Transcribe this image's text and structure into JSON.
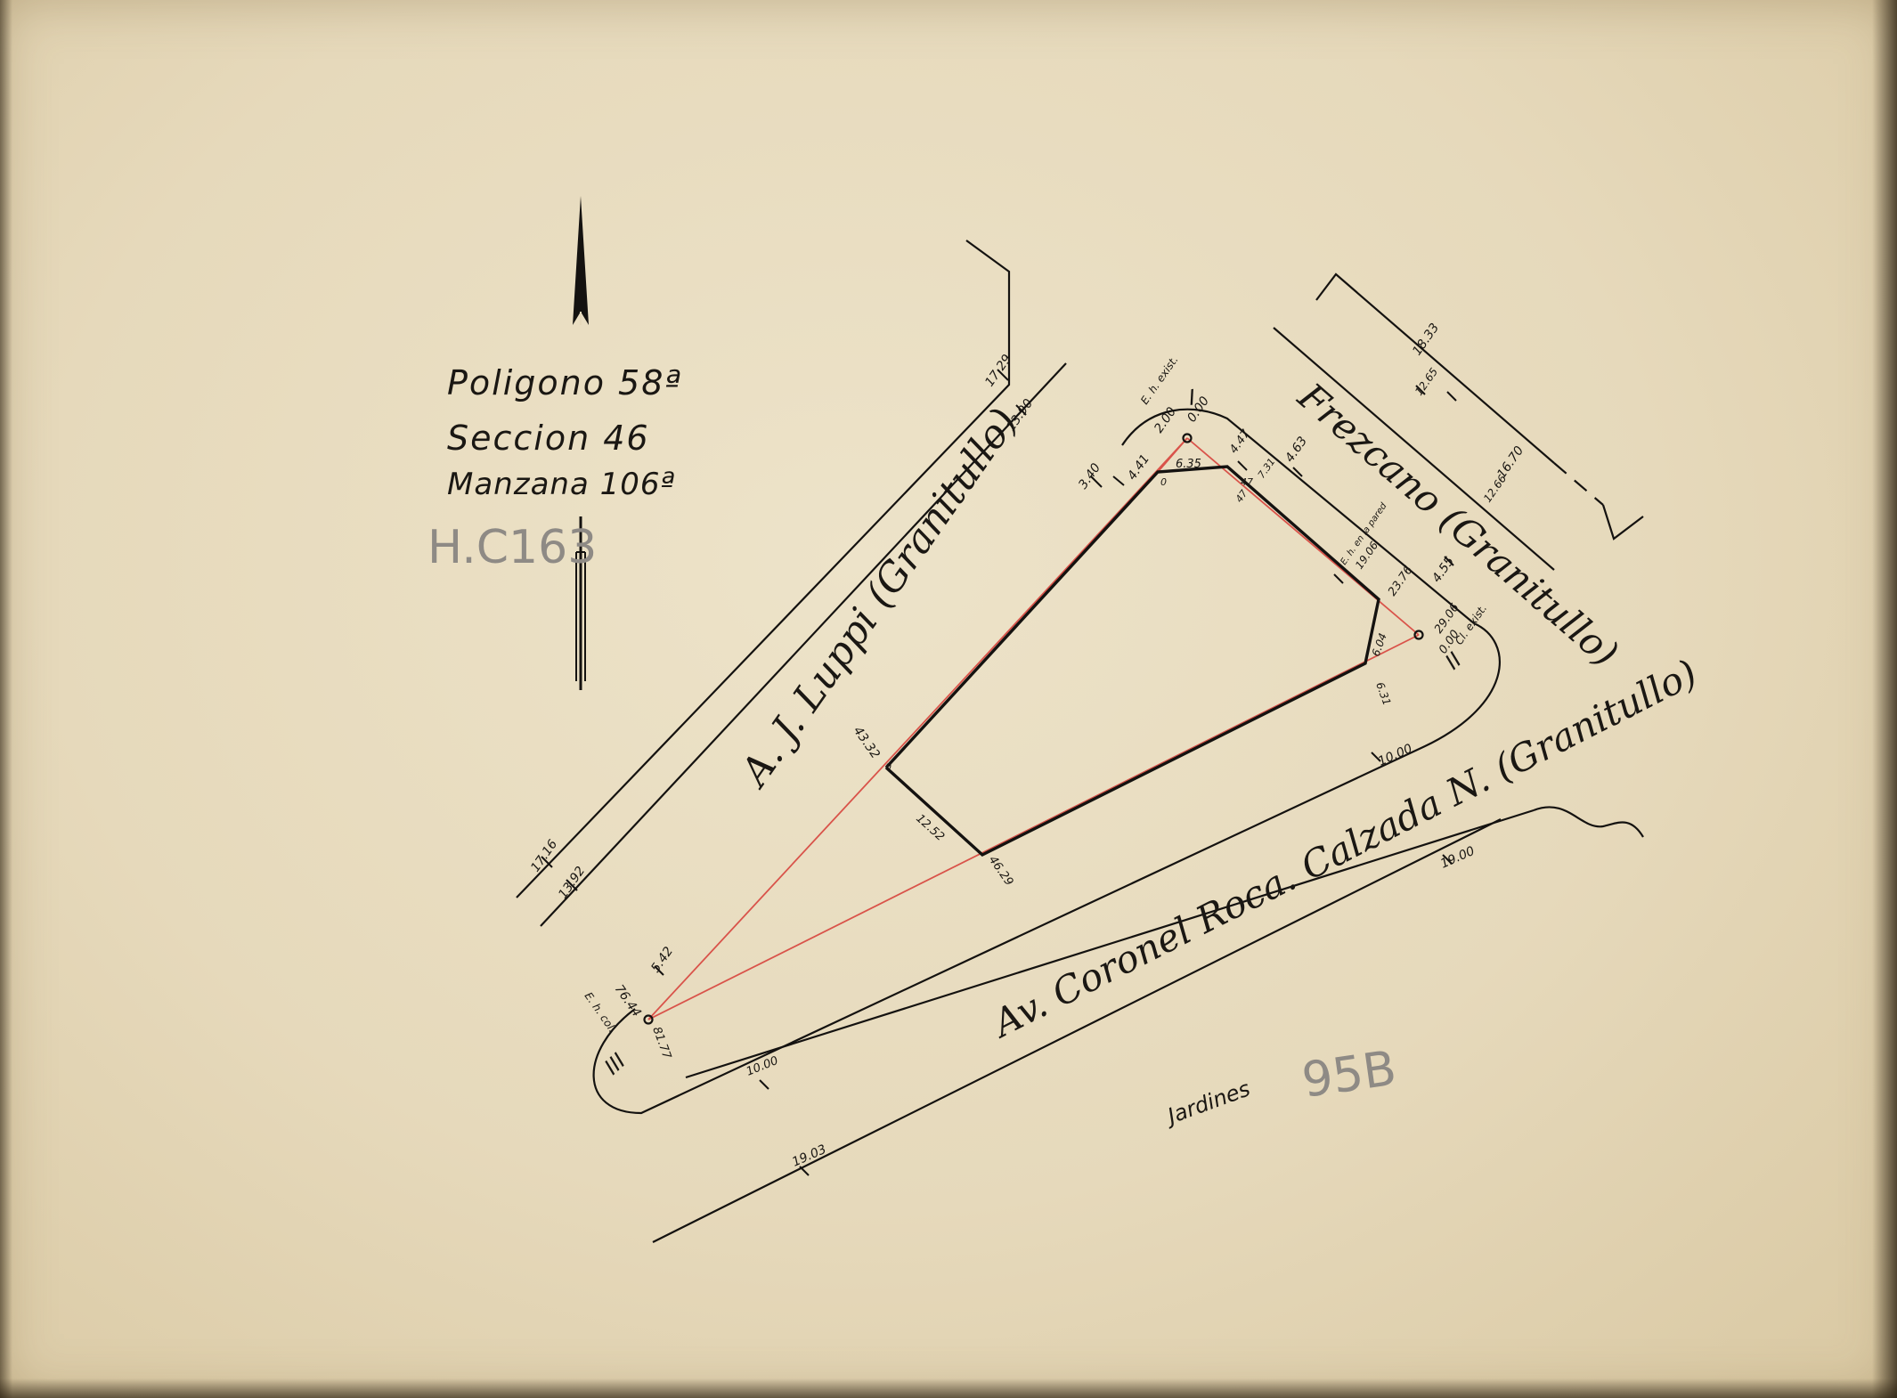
{
  "header": {
    "line1": "Poligono 58ª",
    "line2": "Seccion 46",
    "line3": "Manzana 106ª",
    "pencil_ref": "H.C163"
  },
  "streets": {
    "luppi": "A. J. Luppi (Granitullo)",
    "frezcano": "Frezcano (Granitullo)",
    "roca": "Av. Coronel Roca. Calzada N. (Granitullo)",
    "jardines": "Jardines"
  },
  "pencil_note": "95B",
  "vertices": {
    "v1": "I",
    "v2": "II",
    "v3": "III"
  },
  "measurements": {
    "m_17_29": "17.29",
    "m_13_90": "13.90",
    "m_17_16": "17.16",
    "m_13_92": "13.92",
    "m_3_40": "3.40",
    "m_4_41": "4.41",
    "m_e_h_exist": "E. h. exist.",
    "m_2_00": "2.00",
    "m_0_00_top": "0.00",
    "m_6_35": "6.35",
    "m_4_47": "4.47",
    "m_7_31": "7.31",
    "m_4_63": "4.63",
    "m_0_small": "0",
    "m_47": "47",
    "m_47b": "47",
    "m_18_33": "18.33",
    "m_12_65": "12.65",
    "m_16_70": "16.70",
    "m_12_66": "12.66",
    "m_e_h_pared": "E. h. en la pared",
    "m_19_06": "19.06",
    "m_23_76": "23.76",
    "m_4_55": "4.55",
    "m_29_06": "29.06",
    "m_0_00_right": "0.00",
    "m_cl_exist": "Cl. exist.",
    "m_6_04": "6.04",
    "m_6_31": "6.31",
    "m_43_32": "43.32",
    "m_0_left": "0",
    "m_12_52": "12.52",
    "m_46_29": "46.29",
    "m_10_00_a": "10.00",
    "m_19_00": "19.00",
    "m_5_42": "5.42",
    "m_76_44": "76.44",
    "m_e_h_col": "E. h. col.",
    "m_81_77": "81.77",
    "m_10_00_b": "10.00",
    "m_19_03": "19.03"
  },
  "colors": {
    "paper": "#e6d9bb",
    "ink": "#141210",
    "construction_red": "#d9534a",
    "pencil": "#8e8a85"
  }
}
